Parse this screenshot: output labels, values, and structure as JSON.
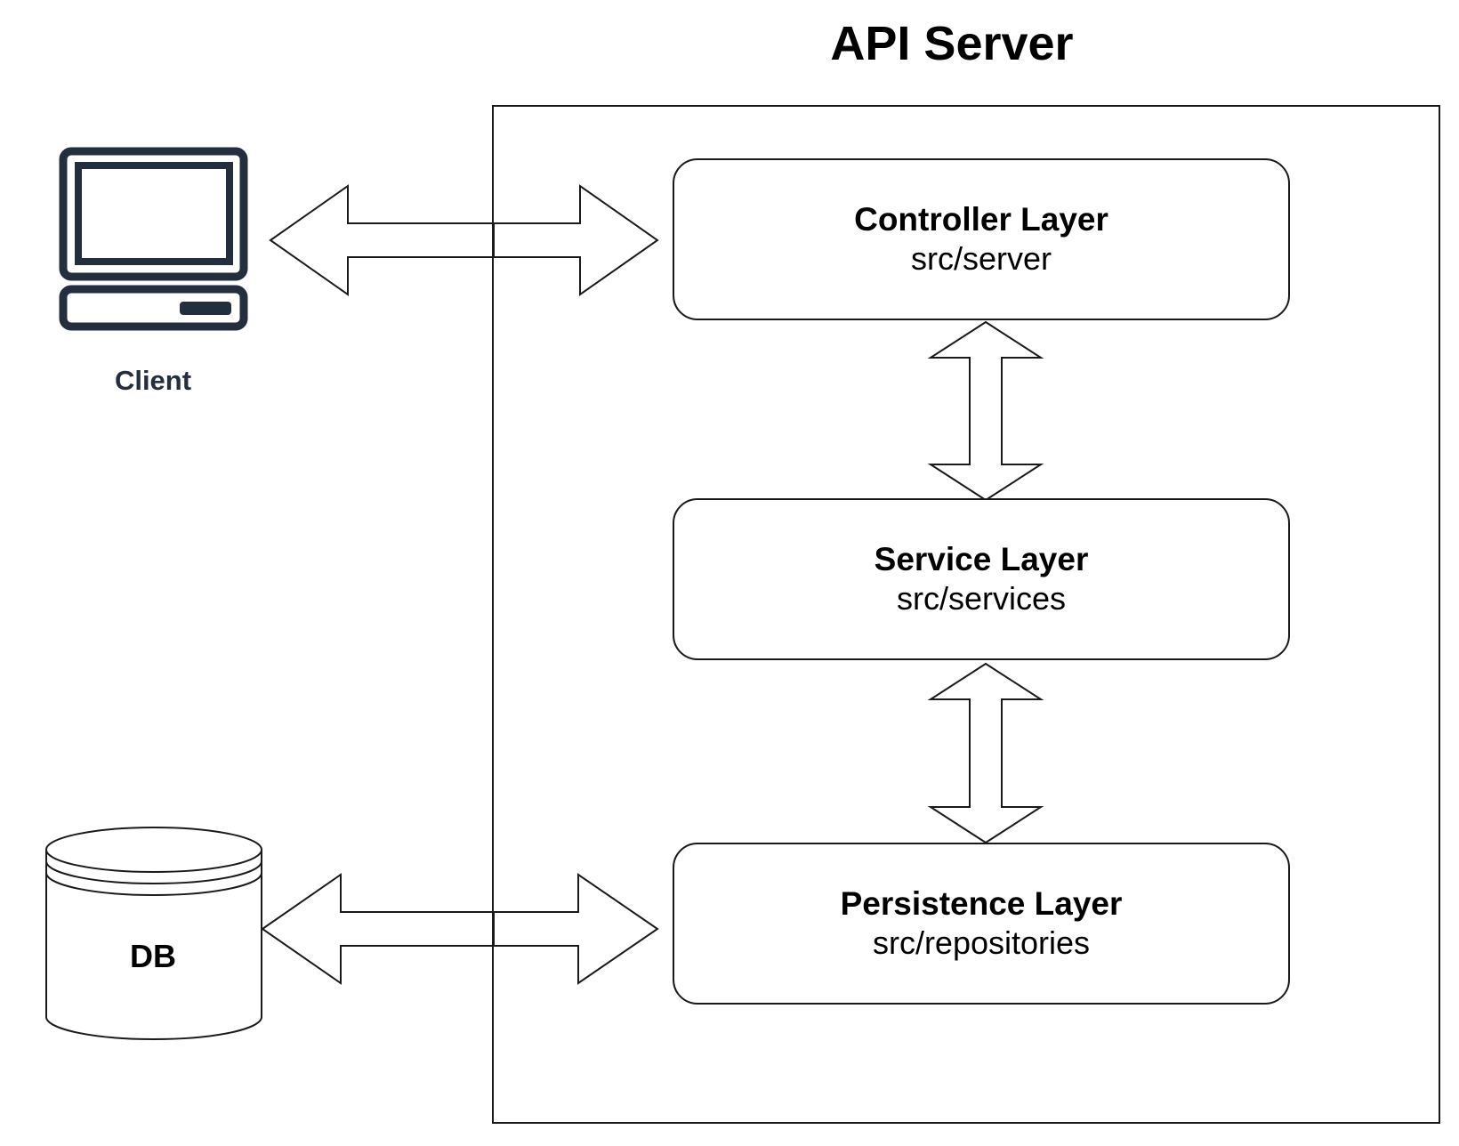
{
  "title": "API Server",
  "client": {
    "label": "Client",
    "icon": "computer-icon",
    "color": "#232f3e"
  },
  "database": {
    "label": "DB",
    "icon": "cylinder-icon"
  },
  "layers": [
    {
      "name": "Controller Layer",
      "path": "src/server"
    },
    {
      "name": "Service Layer",
      "path": "src/services"
    },
    {
      "name": "Persistence Layer",
      "path": "src/repositories"
    }
  ],
  "connections": [
    {
      "from": "Client",
      "to": "Controller Layer",
      "direction": "bidirectional"
    },
    {
      "from": "Controller Layer",
      "to": "Service Layer",
      "direction": "bidirectional"
    },
    {
      "from": "Service Layer",
      "to": "Persistence Layer",
      "direction": "bidirectional"
    },
    {
      "from": "DB",
      "to": "Persistence Layer",
      "direction": "bidirectional"
    }
  ],
  "colors": {
    "stroke": "#1a1a1a",
    "background": "#ffffff"
  }
}
